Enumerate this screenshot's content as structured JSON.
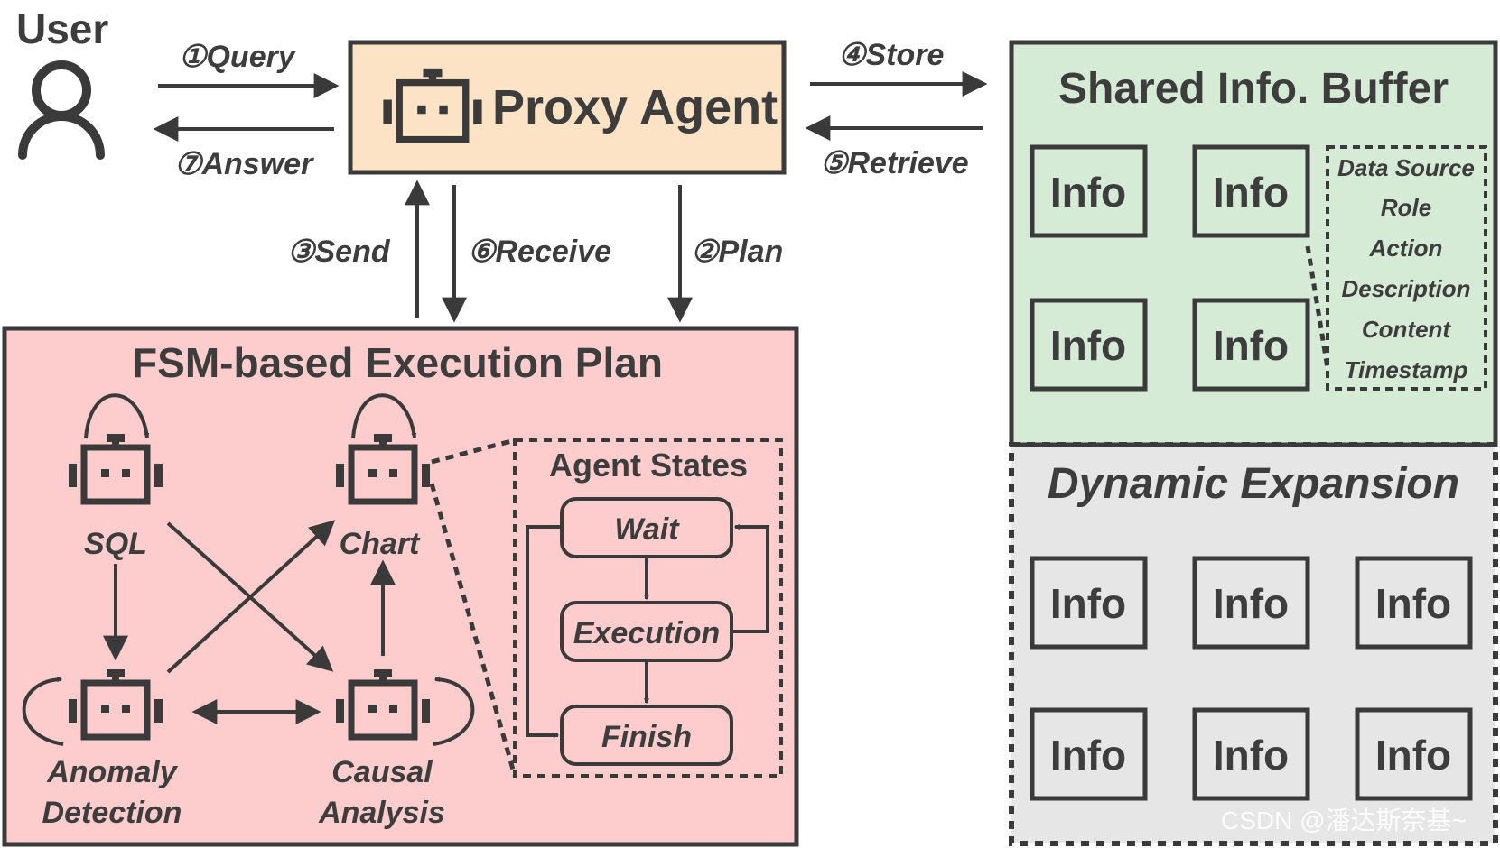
{
  "user": {
    "label": "User"
  },
  "proxy_agent": {
    "title": "Proxy Agent"
  },
  "steps": {
    "query": "①Query",
    "plan": "②Plan",
    "send": "③Send",
    "store": "④Store",
    "retrieve": "⑤Retrieve",
    "receive": "⑥Receive",
    "answer": "⑦Answer"
  },
  "shared_buffer": {
    "title": "Shared Info. Buffer",
    "info_label": "Info",
    "fields": [
      "Data Source",
      "Role",
      "Action",
      "Description",
      "Content",
      "Timestamp"
    ]
  },
  "dynamic_expansion": {
    "title": "Dynamic Expansion",
    "info_label": "Info"
  },
  "fsm_plan": {
    "title": "FSM-based Execution Plan",
    "agents": {
      "sql": "SQL",
      "chart": "Chart",
      "anomaly_line1": "Anomaly",
      "anomaly_line2": "Detection",
      "causal_line1": "Causal",
      "causal_line2": "Analysis"
    },
    "agent_states": {
      "title": "Agent States",
      "wait": "Wait",
      "execution": "Execution",
      "finish": "Finish"
    }
  },
  "watermark": "CSDN @潘达斯奈基~",
  "colors": {
    "proxy_fill": "#fde3c5",
    "fsm_fill": "#fdcccc",
    "buffer_fill": "#d6ebd6",
    "expansion_fill": "#e6e6e6",
    "stroke": "#3a3a3a",
    "text": "#3d3d3d"
  },
  "icons": [
    "user-icon",
    "robot-icon"
  ]
}
